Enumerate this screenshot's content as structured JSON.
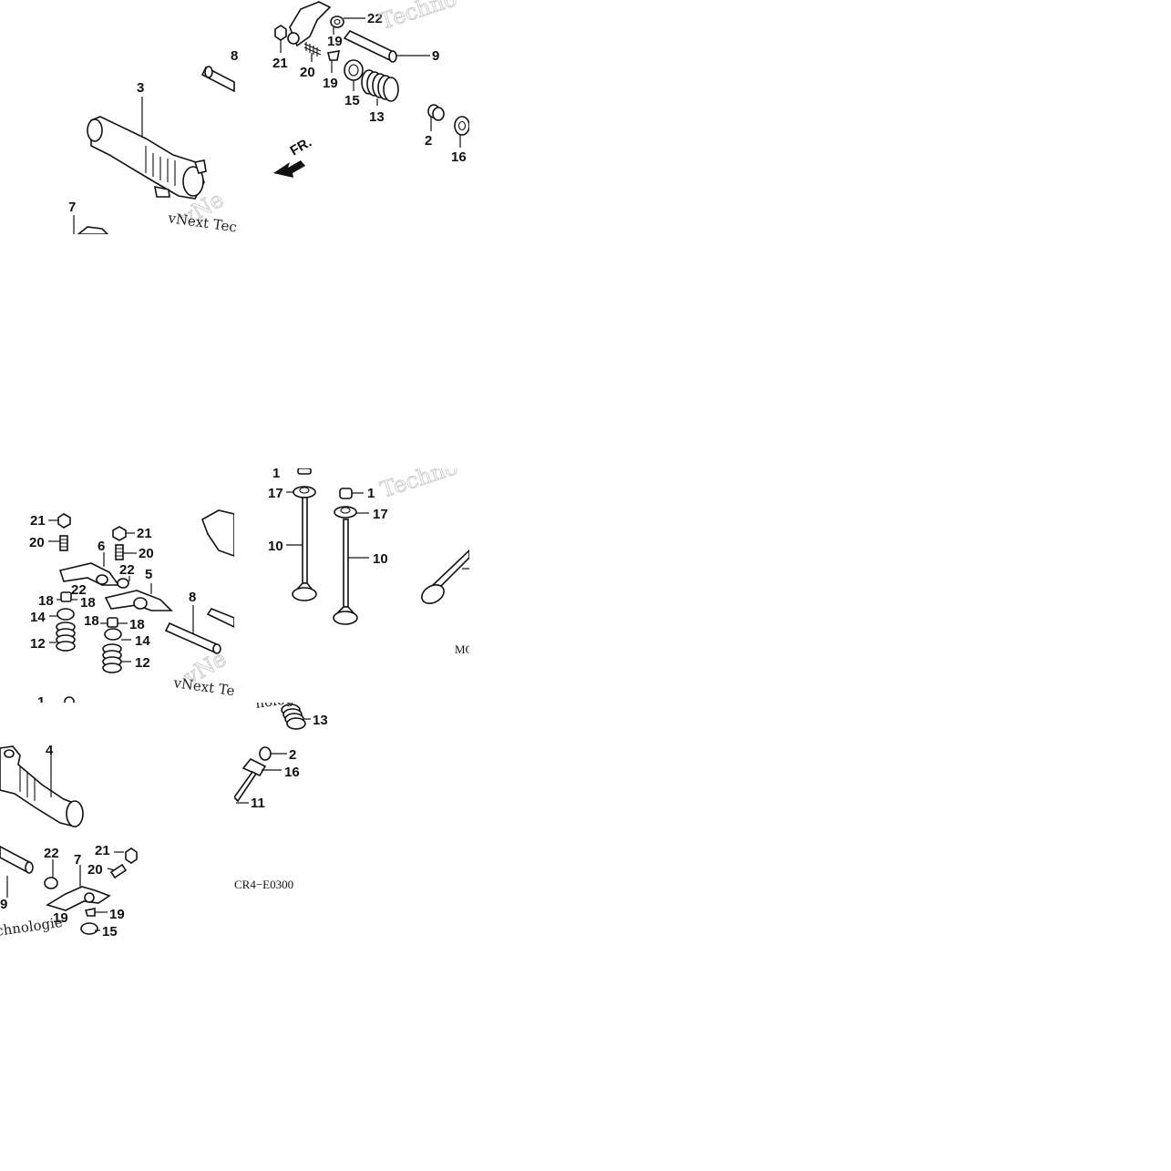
{
  "diagram": {
    "tiles": [
      {
        "id": "tile-a",
        "callouts": [
          "22",
          "19",
          "9",
          "21",
          "20",
          "19",
          "15",
          "13",
          "2",
          "16",
          "3",
          "7",
          "8"
        ],
        "arrow_label": "FR.",
        "watermark_top": "Techno",
        "watermark_mid": "vNe",
        "watermark_text": "vNext Tec"
      },
      {
        "id": "tile-b",
        "callouts": [
          "21",
          "20",
          "21",
          "20",
          "6",
          "22",
          "5",
          "22",
          "18",
          "18",
          "14",
          "18",
          "18",
          "8",
          "14",
          "12",
          "12",
          "1"
        ],
        "watermark_mid": "vNe",
        "watermark_text": "vNext Tec"
      },
      {
        "id": "tile-c",
        "callouts": [
          "1",
          "17",
          "1",
          "17",
          "10",
          "10"
        ],
        "watermark_top": "Techno",
        "code_partial": "MC"
      },
      {
        "id": "tile-d",
        "callouts": [
          "4",
          "22",
          "7",
          "21",
          "20",
          "19",
          "19",
          "15",
          "9"
        ],
        "watermark_bottom": "chnologie"
      },
      {
        "id": "tile-e",
        "callouts": [
          "13",
          "2",
          "16",
          "11"
        ],
        "watermark_top": "nologie",
        "diagram_code": "CR4−E0300"
      }
    ]
  }
}
